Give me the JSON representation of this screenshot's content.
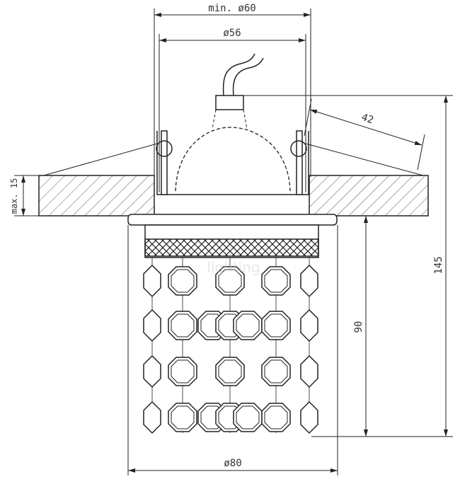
{
  "drawing": {
    "dimensions": {
      "min_cutout": "min. ø60",
      "body_diameter": "ø56",
      "depth_angle": "42",
      "max_ceiling": "max. 15",
      "total_height": "145",
      "crystal_height": "90",
      "bottom_diameter": "ø80"
    },
    "watermark": "lighting",
    "colors": {
      "line": "#222222",
      "hatch": "#555555"
    }
  }
}
